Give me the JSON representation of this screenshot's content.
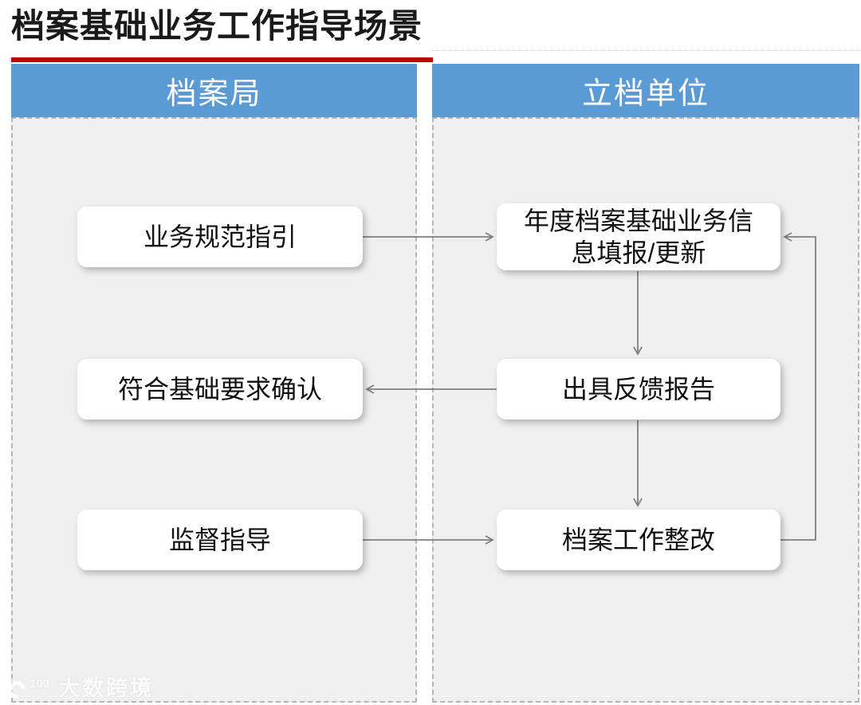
{
  "page": {
    "title": "档案基础业务工作指导场景"
  },
  "lanes": [
    {
      "id": "archives-bureau",
      "header": "档案局"
    },
    {
      "id": "filing-unit",
      "header": "立档单位"
    }
  ],
  "nodes": {
    "guideline": {
      "lane": "archives-bureau",
      "label": "业务规范指引"
    },
    "confirm": {
      "lane": "archives-bureau",
      "label": "符合基础要求确认"
    },
    "supervise": {
      "lane": "archives-bureau",
      "label": "监督指导"
    },
    "update": {
      "lane": "filing-unit",
      "label": "年度档案基础业务信\n息填报/更新",
      "label_full": "年度档案基础业务信息填报/更新"
    },
    "feedback": {
      "lane": "filing-unit",
      "label": "出具反馈报告"
    },
    "rectify": {
      "lane": "filing-unit",
      "label": "档案工作整改"
    }
  },
  "edges": [
    {
      "from": "业务规范指引",
      "to": "年度档案基础业务信息填报/更新"
    },
    {
      "from": "年度档案基础业务信息填报/更新",
      "to": "出具反馈报告"
    },
    {
      "from": "出具反馈报告",
      "to": "符合基础要求确认"
    },
    {
      "from": "出具反馈报告",
      "to": "档案工作整改"
    },
    {
      "from": "监督指导",
      "to": "档案工作整改"
    },
    {
      "from": "档案工作整改",
      "to": "年度档案基础业务信息填报/更新"
    }
  ],
  "colors": {
    "accent_blue": "#5B9BD5",
    "accent_red": "#C00000",
    "panel_bg": "#EFEFEF",
    "dash_border": "#B5B5B5",
    "arrow": "#7F7F7F",
    "text": "#1A1A1A"
  },
  "watermark": {
    "logo": "100",
    "text": "大数跨境"
  }
}
